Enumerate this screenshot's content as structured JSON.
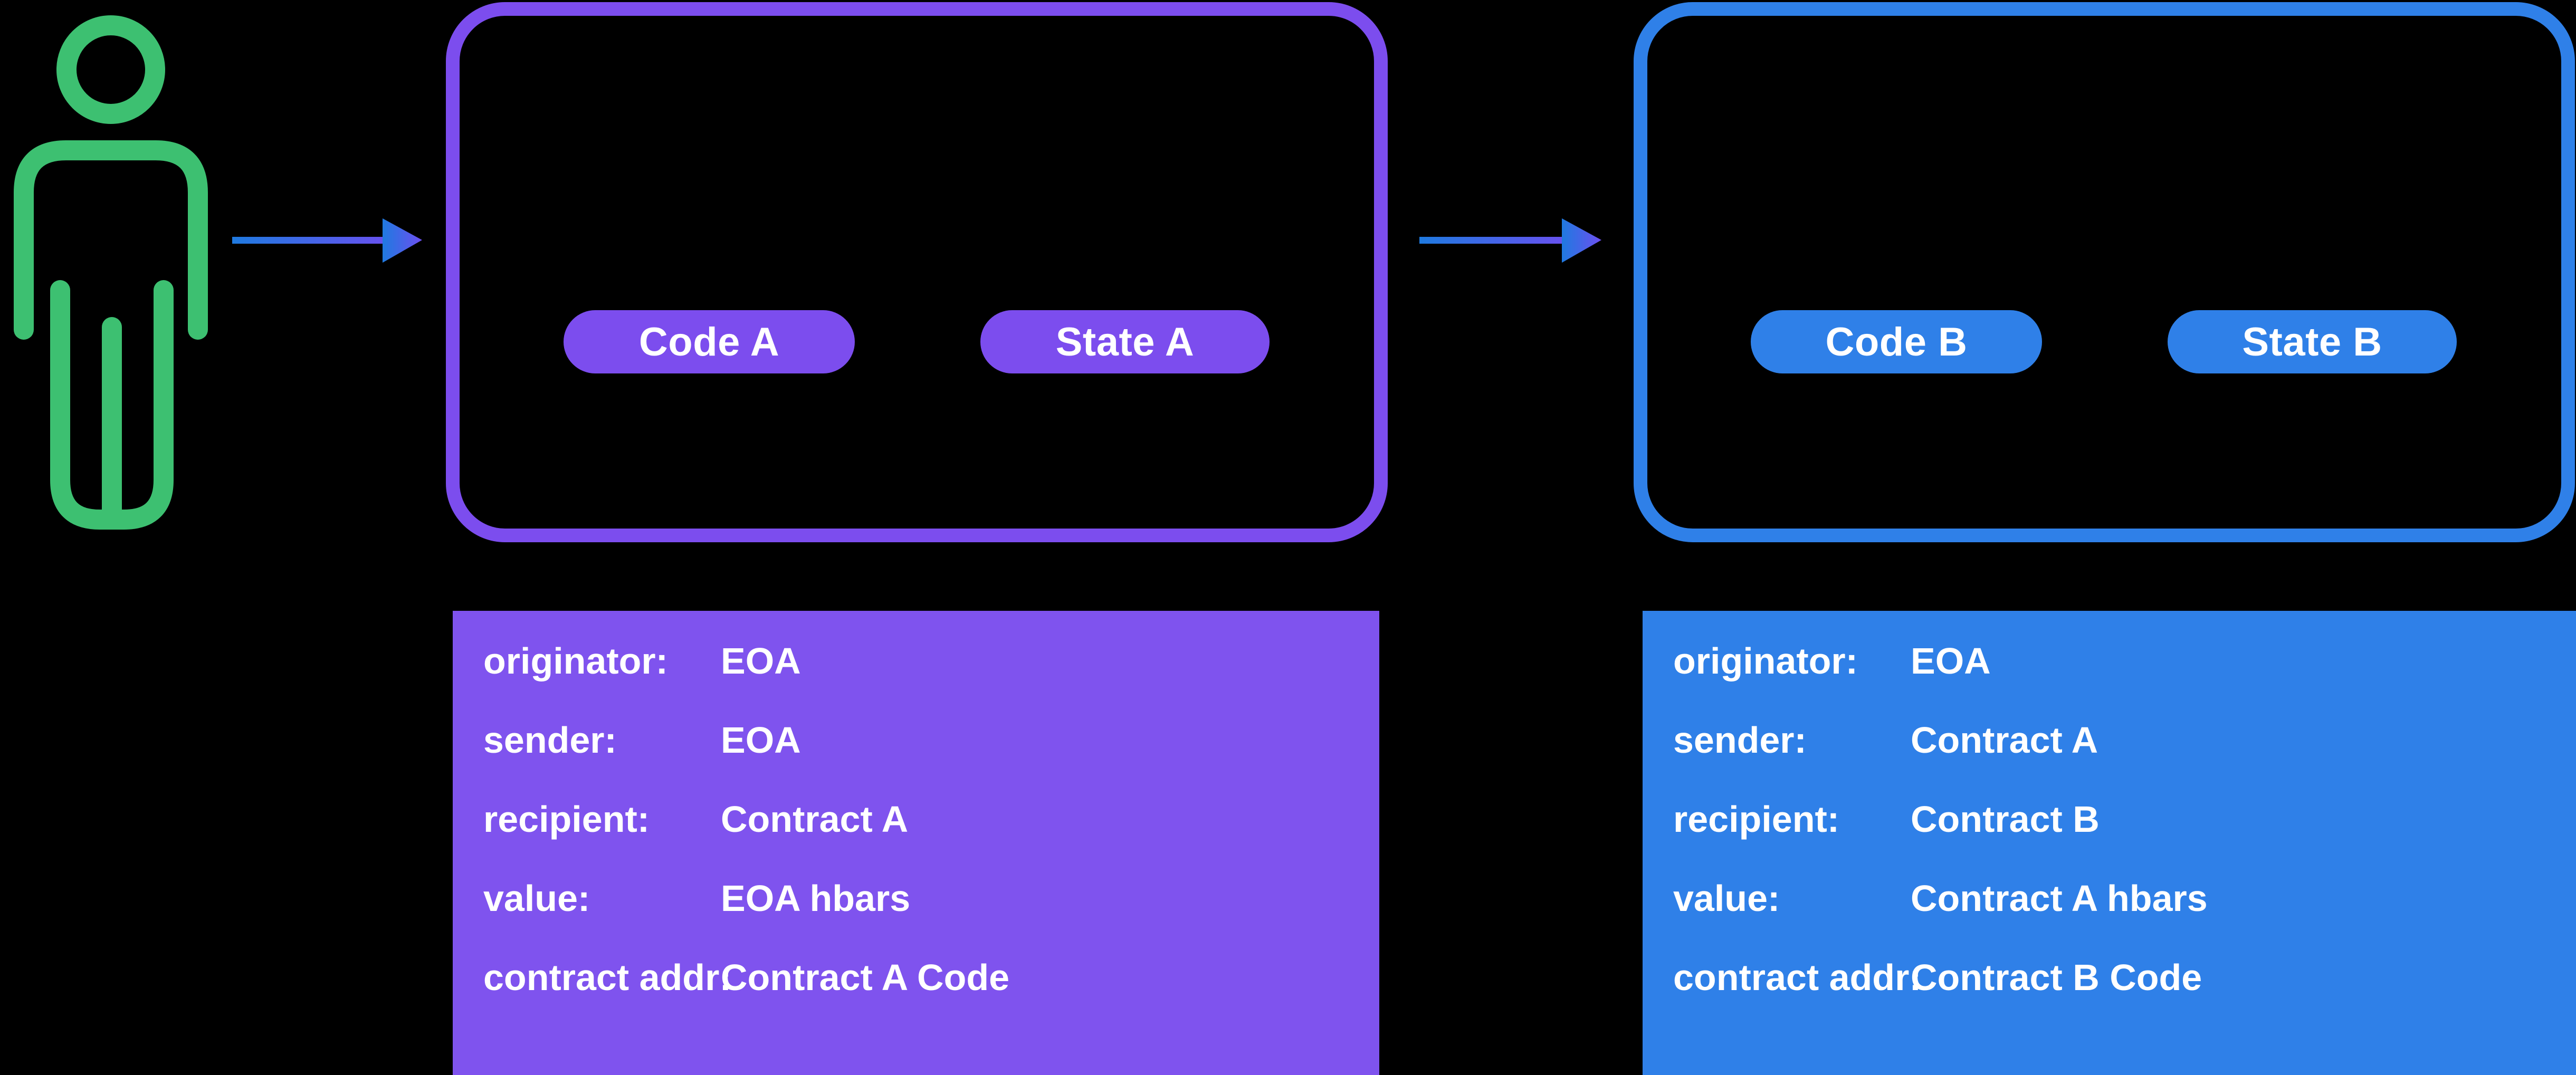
{
  "diagram": {
    "background_color": "#000000",
    "title_text": "",
    "actor": {
      "icon": "person-icon",
      "color": "#3DC071"
    },
    "arrows": [
      {
        "name": "arrow-eoa-to-contract-a",
        "gradient_start": "#1F7AE0",
        "gradient_end": "#6C4FF0",
        "label": ""
      },
      {
        "name": "arrow-contract-a-to-contract-b",
        "gradient_start": "#1F7AE0",
        "gradient_end": "#6C4FF0",
        "label": ""
      }
    ],
    "contracts": [
      {
        "id": "a",
        "accent_color": "#7C4DEE",
        "pills": [
          {
            "name": "code-pill",
            "label": "Code A"
          },
          {
            "name": "state-pill",
            "label": "State A"
          }
        ],
        "table": {
          "background_color": "#7F53EE",
          "rows": [
            {
              "key": "originator:",
              "value": "EOA"
            },
            {
              "key": "sender:",
              "value": "EOA"
            },
            {
              "key": "recipient:",
              "value": "Contract A"
            },
            {
              "key": "value:",
              "value": "EOA hbars"
            },
            {
              "key": "contract addr:",
              "value": "Contract A Code"
            }
          ]
        }
      },
      {
        "id": "b",
        "accent_color": "#2F80E8",
        "pills": [
          {
            "name": "code-pill",
            "label": "Code B"
          },
          {
            "name": "state-pill",
            "label": "State B"
          }
        ],
        "table": {
          "background_color": "#2F80E8",
          "rows": [
            {
              "key": "originator:",
              "value": "EOA"
            },
            {
              "key": "sender:",
              "value": "Contract A"
            },
            {
              "key": "recipient:",
              "value": "Contract B"
            },
            {
              "key": "value:",
              "value": "Contract A hbars"
            },
            {
              "key": "contract addr:",
              "value": "Contract B Code"
            }
          ]
        }
      }
    ]
  }
}
